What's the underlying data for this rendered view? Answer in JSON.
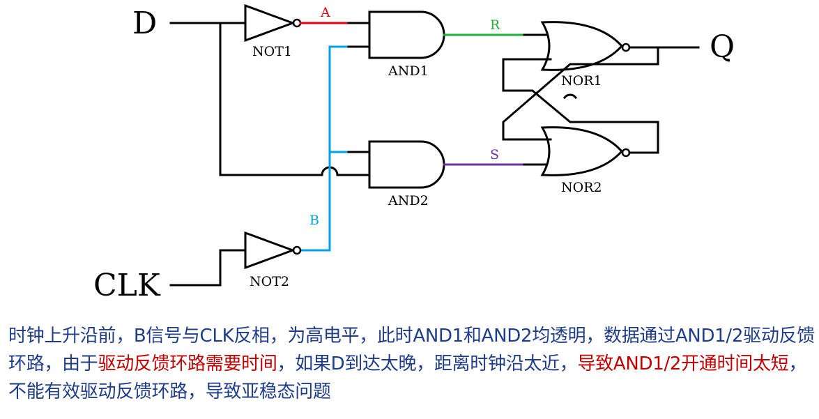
{
  "diagram": {
    "inputs": {
      "d": "D",
      "clk": "CLK"
    },
    "output": {
      "q": "Q"
    },
    "gates": {
      "not1": "NOT1",
      "not2": "NOT2",
      "and1": "AND1",
      "and2": "AND2",
      "nor1": "NOR1",
      "nor2": "NOR2"
    },
    "signals": {
      "a": {
        "label": "A",
        "color": "#e60012"
      },
      "b": {
        "label": "B",
        "color": "#00a0e9"
      },
      "r": {
        "label": "R",
        "color": "#22ac38"
      },
      "s": {
        "label": "S",
        "color": "#7030a0"
      }
    }
  },
  "caption": {
    "color": "#1f3c88",
    "highlight_color": "#c00000",
    "part1": "时钟上升沿前，B信号与CLK反相，为高电平，此时AND1和AND2均透明，数据通过AND1/2驱动反馈环路，由于",
    "part2": "驱动反馈环路需要时间",
    "part3": "，如果D到达太晚，距离时钟沿太近，",
    "part4": "导致AND1/2开通时间太短",
    "part5": "，不能有效驱动反馈环路，导致亚稳态问题"
  }
}
